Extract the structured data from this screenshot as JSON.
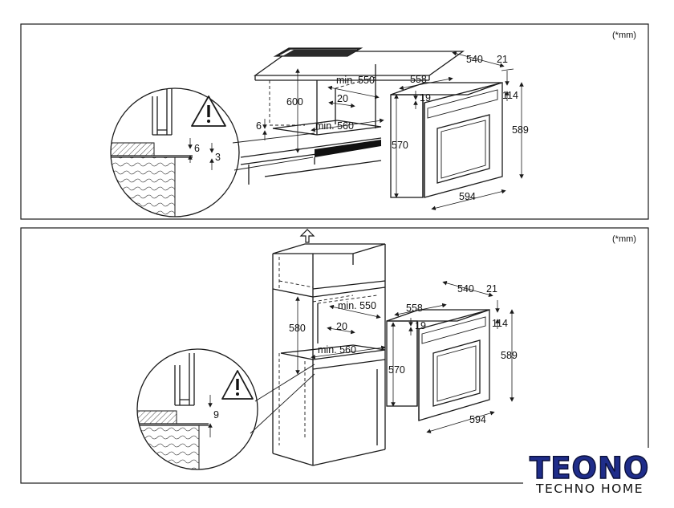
{
  "unit_note": "(*mm)",
  "top_panel": {
    "cabinet": {
      "min_depth": "min. 550",
      "height": "600",
      "gap": "20",
      "min_width": "min. 560",
      "step": "6"
    },
    "detail": {
      "upper": "6",
      "lower": "3"
    },
    "oven": {
      "depth": "540",
      "front": "21",
      "inner_depth": "558",
      "panel": "19",
      "top_offset": "114",
      "body_height": "570",
      "total_height": "589",
      "width": "594"
    }
  },
  "bottom_panel": {
    "cabinet": {
      "min_depth": "min. 550",
      "height": "580",
      "gap": "20",
      "min_width": "min. 560"
    },
    "detail": {
      "gap": "9"
    },
    "oven": {
      "depth": "540",
      "front": "21",
      "inner_depth": "558",
      "panel": "19",
      "top_offset": "114",
      "body_height": "570",
      "total_height": "589",
      "width": "594"
    }
  },
  "logo": {
    "brand": "TEONO",
    "tagline": "TECHNO HOME"
  },
  "icons": [
    "warning-icon",
    "arrow-up-icon"
  ]
}
